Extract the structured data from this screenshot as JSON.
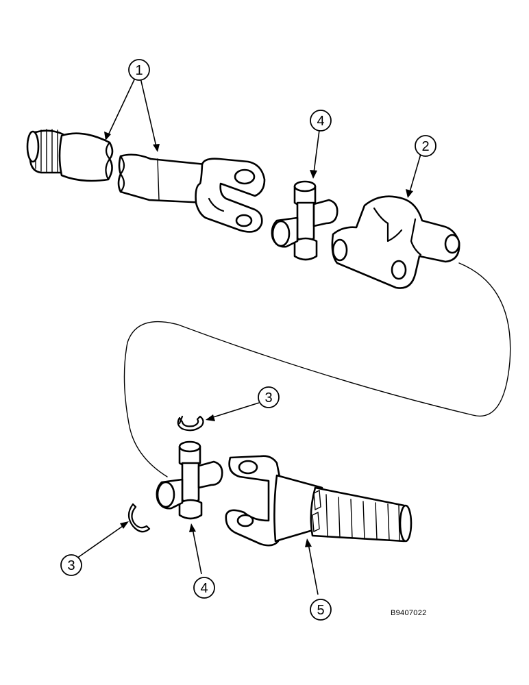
{
  "callouts": [
    {
      "id": "c1",
      "label": "1",
      "part": "drive shaft"
    },
    {
      "id": "c2",
      "label": "2",
      "part": "shaft yoke"
    },
    {
      "id": "c3a",
      "label": "3",
      "part": "snap ring"
    },
    {
      "id": "c3b",
      "label": "3",
      "part": "snap ring"
    },
    {
      "id": "c4a",
      "label": "4",
      "part": "universal joint cross"
    },
    {
      "id": "c4b",
      "label": "4",
      "part": "universal joint cross"
    },
    {
      "id": "c5",
      "label": "5",
      "part": "splined yoke"
    }
  ],
  "figure_id": "B9407022"
}
